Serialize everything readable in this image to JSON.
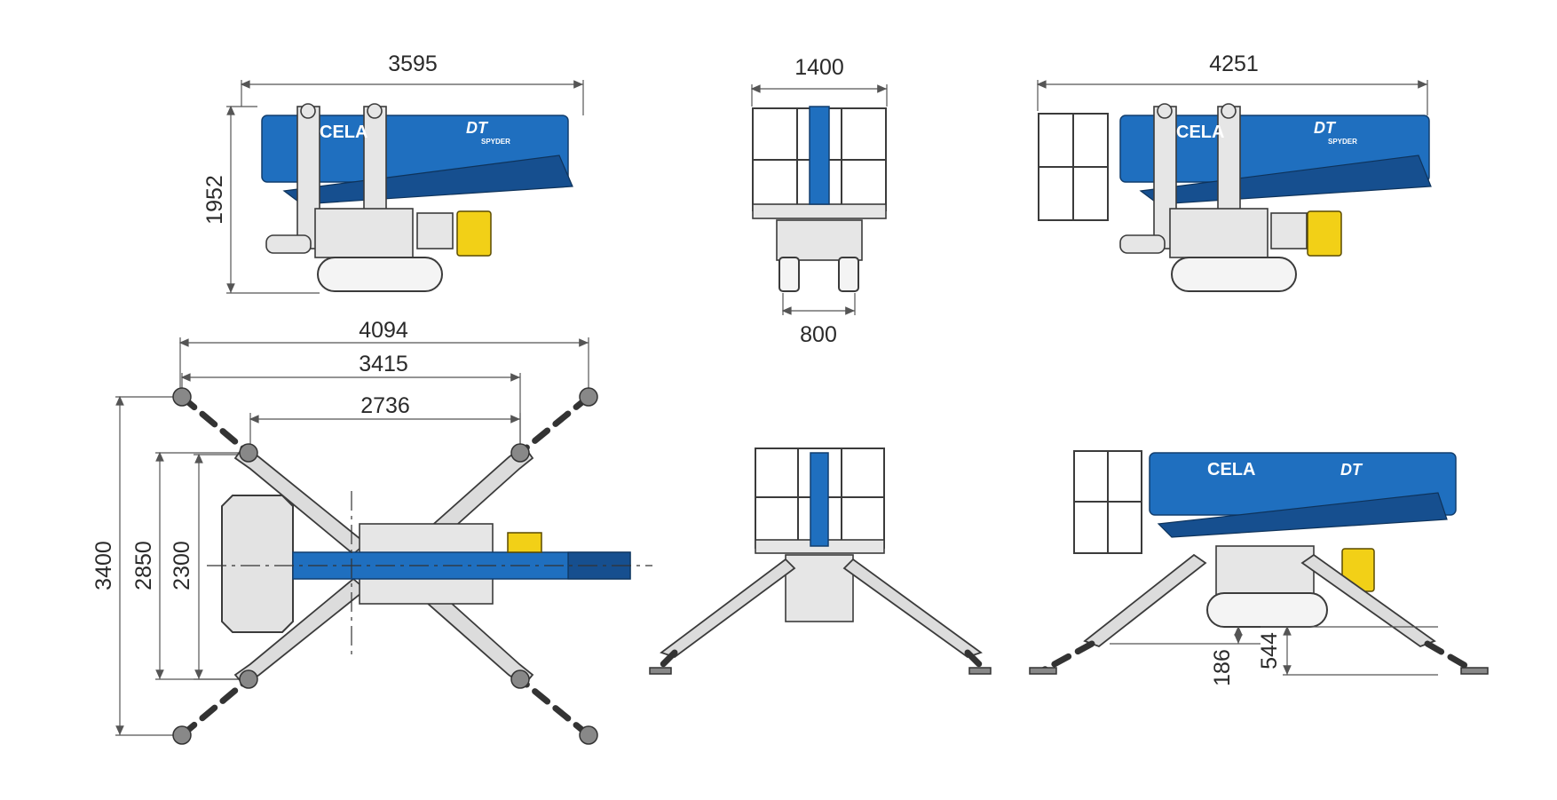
{
  "dimensions": {
    "side_stowed_length": "3595",
    "side_stowed_height": "1952",
    "rear_width": "1400",
    "rear_track_width": "800",
    "side_basket_length": "4251",
    "top_outrigger_outer": "4094",
    "top_outrigger_mid": "3415",
    "top_outrigger_inner": "2736",
    "top_width_outer": "3400",
    "top_width_mid": "2850",
    "top_width_inner": "2300",
    "ground_clearance": "186",
    "track_lift": "544"
  },
  "branding": {
    "logo": "CELA",
    "model": "DT",
    "model_badge": "SPYDER"
  },
  "colors": {
    "boom_blue": "#1f6fbf",
    "engine_yellow": "#f2d017",
    "lines": "#3b3b3b"
  }
}
